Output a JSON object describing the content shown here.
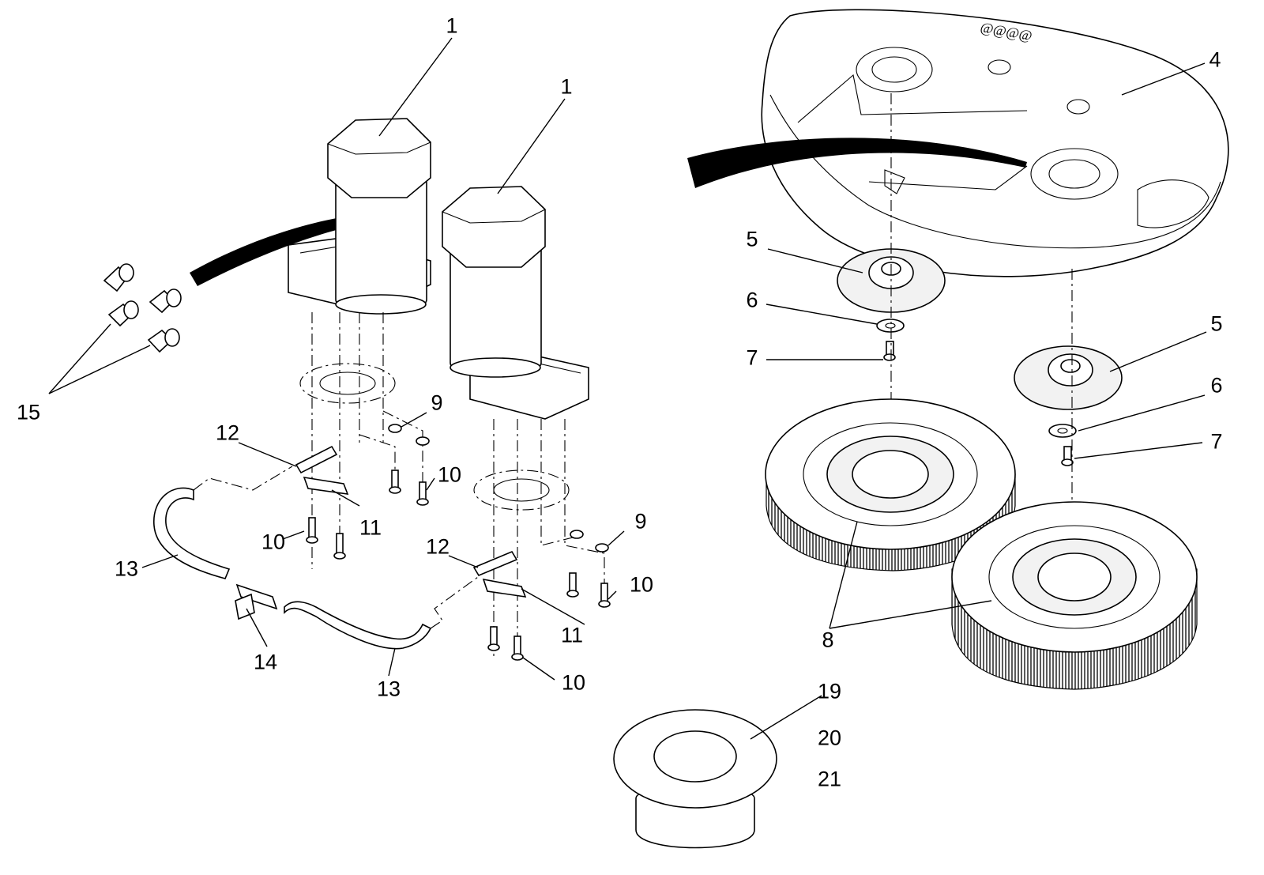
{
  "figure": {
    "background": "#ffffff",
    "line_color": "#000000",
    "brand_mark": "wordmark on deck (illegible)"
  },
  "callouts": [
    {
      "id": "c1a",
      "text": "1"
    },
    {
      "id": "c1b",
      "text": "1"
    },
    {
      "id": "c4",
      "text": "4"
    },
    {
      "id": "c5a",
      "text": "5"
    },
    {
      "id": "c5b",
      "text": "5"
    },
    {
      "id": "c6a",
      "text": "6"
    },
    {
      "id": "c6b",
      "text": "6"
    },
    {
      "id": "c7a",
      "text": "7"
    },
    {
      "id": "c7b",
      "text": "7"
    },
    {
      "id": "c8",
      "text": "8"
    },
    {
      "id": "c9a",
      "text": "9"
    },
    {
      "id": "c9b",
      "text": "9"
    },
    {
      "id": "c10a",
      "text": "10"
    },
    {
      "id": "c10b",
      "text": "10"
    },
    {
      "id": "c10c",
      "text": "10"
    },
    {
      "id": "c10d",
      "text": "10"
    },
    {
      "id": "c11a",
      "text": "11"
    },
    {
      "id": "c11b",
      "text": "11"
    },
    {
      "id": "c12a",
      "text": "12"
    },
    {
      "id": "c12b",
      "text": "12"
    },
    {
      "id": "c13a",
      "text": "13"
    },
    {
      "id": "c13b",
      "text": "13"
    },
    {
      "id": "c14",
      "text": "14"
    },
    {
      "id": "c15",
      "text": "15"
    },
    {
      "id": "c19",
      "text": "19"
    },
    {
      "id": "c20",
      "text": "20"
    },
    {
      "id": "c21",
      "text": "21"
    }
  ]
}
